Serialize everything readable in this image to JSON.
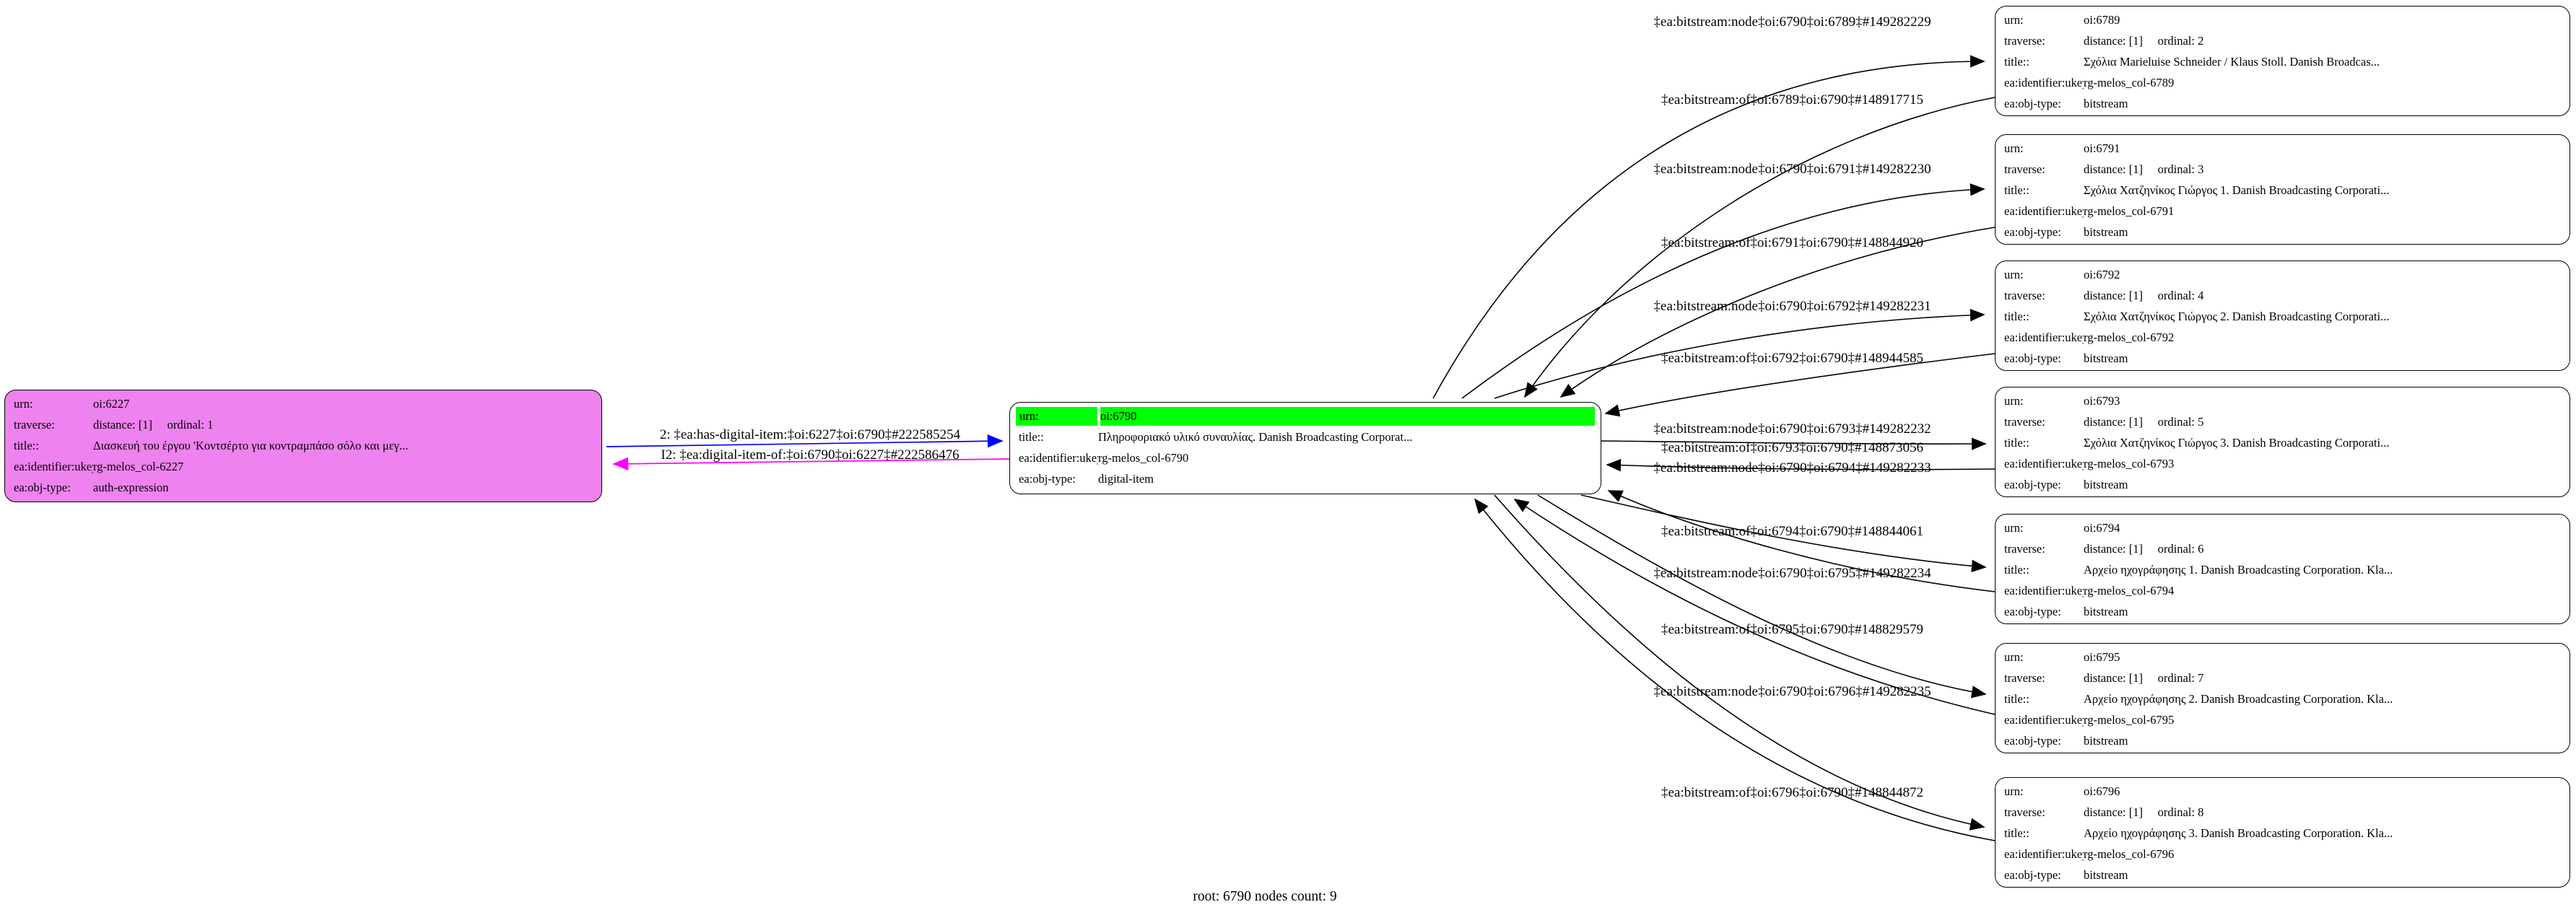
{
  "graph": {
    "caption": "root: 6790 nodes count: 9",
    "colors": {
      "left_node_fill": "#EE82EE",
      "highlight_row": "#00FF00",
      "edge_forward": "#0000FF",
      "edge_inverse": "#FF00FF",
      "edge_default": "#000000"
    }
  },
  "nodes": {
    "left": {
      "id": "oi:6227",
      "rows": [
        {
          "key": "urn:",
          "value": "oi:6227"
        },
        {
          "key": "traverse:",
          "value": "distance: [1]     ordinal: 1"
        },
        {
          "key": "title::",
          "value": "Διασκευή του έργου 'Κοντσέρτο για κοντραμπάσο σόλο και μεγ..."
        },
        {
          "key": "ea:identifier:ukey",
          "value": "rg-melos_col-6227"
        },
        {
          "key": "ea:obj-type:",
          "value": "auth-expression"
        }
      ]
    },
    "center": {
      "id": "oi:6790",
      "rows": [
        {
          "key": "urn:",
          "value": "oi:6790"
        },
        {
          "key": "title::",
          "value": "Πληροφοριακό υλικό συναυλίας. Danish Broadcasting Corporat..."
        },
        {
          "key": "ea:identifier:ukey",
          "value": "rg-melos_col-6790"
        },
        {
          "key": "ea:obj-type:",
          "value": "digital-item"
        }
      ]
    },
    "right": [
      {
        "id": "oi:6789",
        "rows": [
          {
            "key": "urn:",
            "value": "oi:6789"
          },
          {
            "key": "traverse:",
            "value": "distance: [1]     ordinal: 2"
          },
          {
            "key": "title::",
            "value": "Σχόλια Marieluise Schneider / Klaus Stoll. Danish Broadcas..."
          },
          {
            "key": "ea:identifier:ukey",
            "value": "rg-melos_col-6789"
          },
          {
            "key": "ea:obj-type:",
            "value": "bitstream"
          }
        ]
      },
      {
        "id": "oi:6791",
        "rows": [
          {
            "key": "urn:",
            "value": "oi:6791"
          },
          {
            "key": "traverse:",
            "value": "distance: [1]     ordinal: 3"
          },
          {
            "key": "title::",
            "value": "Σχόλια Χατζηνίκος Γιώργος 1. Danish Broadcasting Corporati..."
          },
          {
            "key": "ea:identifier:ukey",
            "value": "rg-melos_col-6791"
          },
          {
            "key": "ea:obj-type:",
            "value": "bitstream"
          }
        ]
      },
      {
        "id": "oi:6792",
        "rows": [
          {
            "key": "urn:",
            "value": "oi:6792"
          },
          {
            "key": "traverse:",
            "value": "distance: [1]     ordinal: 4"
          },
          {
            "key": "title::",
            "value": "Σχόλια Χατζηνίκος Γιώργος 2. Danish Broadcasting Corporati..."
          },
          {
            "key": "ea:identifier:ukey",
            "value": "rg-melos_col-6792"
          },
          {
            "key": "ea:obj-type:",
            "value": "bitstream"
          }
        ]
      },
      {
        "id": "oi:6793",
        "rows": [
          {
            "key": "urn:",
            "value": "oi:6793"
          },
          {
            "key": "traverse:",
            "value": "distance: [1]     ordinal: 5"
          },
          {
            "key": "title::",
            "value": "Σχόλια Χατζηνίκος Γιώργος 3. Danish Broadcasting Corporati..."
          },
          {
            "key": "ea:identifier:ukey",
            "value": "rg-melos_col-6793"
          },
          {
            "key": "ea:obj-type:",
            "value": "bitstream"
          }
        ]
      },
      {
        "id": "oi:6794",
        "rows": [
          {
            "key": "urn:",
            "value": "oi:6794"
          },
          {
            "key": "traverse:",
            "value": "distance: [1]     ordinal: 6"
          },
          {
            "key": "title::",
            "value": "Αρχείο ηχογράφησης 1. Danish Broadcasting Corporation. Kla..."
          },
          {
            "key": "ea:identifier:ukey",
            "value": "rg-melos_col-6794"
          },
          {
            "key": "ea:obj-type:",
            "value": "bitstream"
          }
        ]
      },
      {
        "id": "oi:6795",
        "rows": [
          {
            "key": "urn:",
            "value": "oi:6795"
          },
          {
            "key": "traverse:",
            "value": "distance: [1]     ordinal: 7"
          },
          {
            "key": "title::",
            "value": "Αρχείο ηχογράφησης 2. Danish Broadcasting Corporation. Kla..."
          },
          {
            "key": "ea:identifier:ukey",
            "value": "rg-melos_col-6795"
          },
          {
            "key": "ea:obj-type:",
            "value": "bitstream"
          }
        ]
      },
      {
        "id": "oi:6796",
        "rows": [
          {
            "key": "urn:",
            "value": "oi:6796"
          },
          {
            "key": "traverse:",
            "value": "distance: [1]     ordinal: 8"
          },
          {
            "key": "title::",
            "value": "Αρχείο ηχογράφησης 3. Danish Broadcasting Corporation. Kla..."
          },
          {
            "key": "ea:identifier:ukey",
            "value": "rg-melos_col-6796"
          },
          {
            "key": "ea:obj-type:",
            "value": "bitstream"
          }
        ]
      }
    ]
  },
  "edges": {
    "left": [
      {
        "label": "2: ‡ea:has-digital-item:‡oi:6227‡oi:6790‡#222585254"
      },
      {
        "label": "I2: ‡ea:digital-item-of:‡oi:6790‡oi:6227‡#222586476"
      }
    ],
    "right": [
      {
        "label": "‡ea:bitstream:node‡oi:6790‡oi:6789‡#149282229"
      },
      {
        "label": "‡ea:bitstream:of‡oi:6789‡oi:6790‡#148917715"
      },
      {
        "label": "‡ea:bitstream:node‡oi:6790‡oi:6791‡#149282230"
      },
      {
        "label": "‡ea:bitstream:of‡oi:6791‡oi:6790‡#148844920"
      },
      {
        "label": "‡ea:bitstream:node‡oi:6790‡oi:6792‡#149282231"
      },
      {
        "label": "‡ea:bitstream:of‡oi:6792‡oi:6790‡#148944585"
      },
      {
        "label": "‡ea:bitstream:node‡oi:6790‡oi:6793‡#149282232"
      },
      {
        "label": "‡ea:bitstream:of‡oi:6793‡oi:6790‡#148873056"
      },
      {
        "label": "‡ea:bitstream:node‡oi:6790‡oi:6794‡#149282233"
      },
      {
        "label": "‡ea:bitstream:of‡oi:6794‡oi:6790‡#148844061"
      },
      {
        "label": "‡ea:bitstream:node‡oi:6790‡oi:6795‡#149282234"
      },
      {
        "label": "‡ea:bitstream:of‡oi:6795‡oi:6790‡#148829579"
      },
      {
        "label": "‡ea:bitstream:node‡oi:6790‡oi:6796‡#149282235"
      },
      {
        "label": "‡ea:bitstream:of‡oi:6796‡oi:6790‡#148844872"
      }
    ]
  }
}
